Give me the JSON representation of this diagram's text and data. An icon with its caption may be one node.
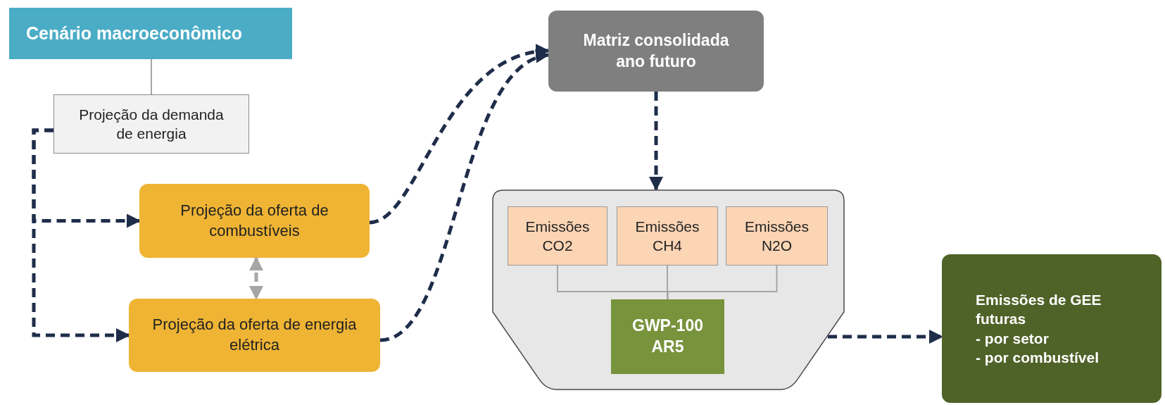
{
  "diagram": {
    "nodes": [
      {
        "text": [
          "Cenário macroeconômico"
        ]
      },
      {
        "text": [
          "Projeção da demanda de energia"
        ]
      },
      {
        "text": [
          "Projeção da oferta de combustíveis"
        ]
      },
      {
        "text": [
          "Projeção da oferta de energia elétrica"
        ]
      },
      {
        "text": [
          "Matriz consolidada ano futuro"
        ]
      },
      {
        "text": [],
        "shape": "box"
      },
      {
        "text": [
          "Emissões CO2"
        ],
        "in": 5
      },
      {
        "text": [
          "Emissões CH4"
        ],
        "in": 5
      },
      {
        "text": [
          "Emissões N2O"
        ],
        "in": 5
      },
      {
        "text": [
          "GWP-100 AR5"
        ],
        "in": 5
      },
      {
        "text": [
          "Emissões de GEE futuras",
          "- por setor",
          "- por combustível"
        ]
      }
    ],
    "edges": [
      {
        "from": 0,
        "to": 1,
        "arrow": "none",
        "color": "#a6a6a6"
      },
      {
        "from": 1,
        "to": 2,
        "arrow": "to",
        "style": "dashed"
      },
      {
        "from": 1,
        "to": 3,
        "arrow": "to",
        "style": "dashed"
      },
      {
        "from": 2,
        "to": 3,
        "arrow": "both",
        "style": "dashed",
        "color": "#a6a6a6"
      },
      {
        "from": 2,
        "to": 4,
        "arrow": "to",
        "style": "dashed"
      },
      {
        "from": 3,
        "to": 4,
        "arrow": "to",
        "style": "dashed"
      },
      {
        "from": 4,
        "to": 5,
        "arrow": "to",
        "style": "dashed"
      },
      {
        "from": 6,
        "to": 9,
        "arrow": "none",
        "color": "#a6a6a6"
      },
      {
        "from": 7,
        "to": 9,
        "arrow": "none",
        "color": "#a6a6a6"
      },
      {
        "from": 8,
        "to": 9,
        "arrow": "none",
        "color": "#a6a6a6"
      },
      {
        "from": 9,
        "to": 10,
        "arrow": "to",
        "style": "dashed"
      }
    ]
  }
}
